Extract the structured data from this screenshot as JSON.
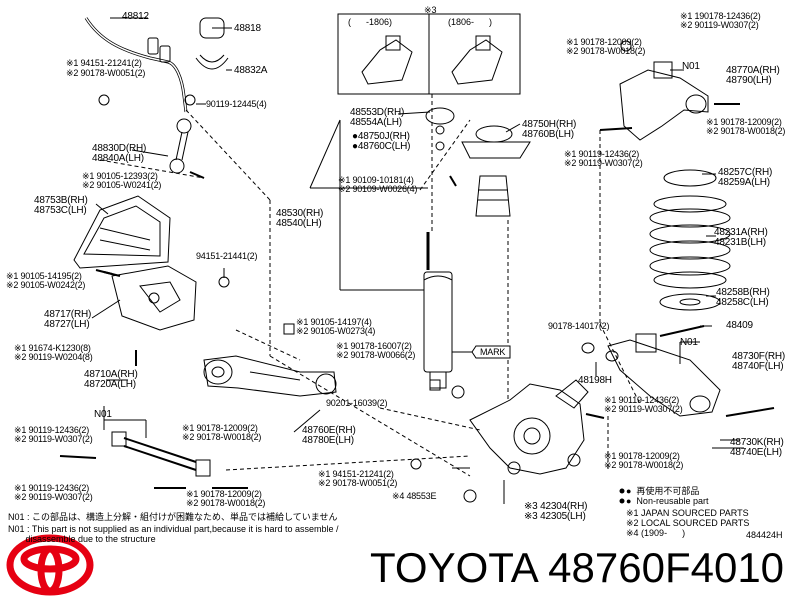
{
  "title": {
    "brand": "TOYOTA",
    "part_number": "48760F4010"
  },
  "logo_icon": "toyota-logo",
  "labels": {
    "l48812": "48812",
    "l48818": "48818",
    "l48832": "48832A",
    "l194151a": "※1 94151-21241(2)",
    "l290178a": "※2 90178-W0051(2)",
    "l90119a": "90119-12445(4)",
    "l48830": "48830D(RH)\n48840A(LH)",
    "l90105a": "※1 90105-12393(2)\n※2 90105-W0241(2)",
    "l48753": "48753B(RH)\n48753C(LH)",
    "l94151b": "94151-21441(2)",
    "l90105b": "※1 90105-14195(2)\n※2 90105-W0242(2)",
    "l48717": "48717(RH)\n48727(LH)",
    "l191674": "※1 91674-K1230(8)\n※2 90119-W0204(8)",
    "l48710": "48710A(RH)\n48720A(LH)",
    "n01a": "N01",
    "l90119b": "※1 90119-12436(2)\n※2 90119-W0307(2)",
    "l90119c": "※1 90119-12436(2)\n※2 90119-W0307(2)",
    "l90178b": "※1 90178-12009(2)\n※2 90178-W0018(2)",
    "l90178c": "※1 90178-12009(2)\n※2 90178-W0018(2)",
    "l48760e": "48760E(RH)\n48780E(LH)",
    "l48530": "48530(RH)\n48540(LH)",
    "l90105c": "※1 90105-14197(4)\n※2 90105-W0273(4)",
    "l90178d": "※1 90178-16007(2)\n※2 90178-W0066(2)",
    "l90201": "90201-16039(2)",
    "mark": "MARK",
    "l194151c": "※1 94151-21241(2)\n※2 90178-W0051(2)",
    "l48553e": "※4 48553E",
    "l48553d": "48553D(RH)\n48554A(LH)",
    "l48750j": "●48750J(RH)\n●48760C(LH)",
    "l90109": "※1 90109-10181(4)\n※2 90109-W0026(4)",
    "l48750h": "48750H(RH)\n48760B(LH)",
    "box_star3": "※3",
    "box_left": "(      -1806)",
    "box_right": "(1806-      )",
    "l190178r1": "※1 190178-12436(2)\n※2 90119-W0307(2)",
    "l90178r2": "※1 90178-12009(2)\n※2 90178-W0018(2)",
    "n01b": "N01",
    "l48770": "48770A(RH)\n48790(LH)",
    "l90178r3": "※1 90178-12009(2)\n※2 90178-W0018(2)",
    "l90119r": "※1 90119-12436(2)\n※2 90119-W0307(2)",
    "l48257": "48257C(RH)\n48259A(LH)",
    "l48231": "48231A(RH)\n48231B(LH)",
    "l48258": "48258B(RH)\n48258C(LH)",
    "l90178e": "90178-14017(2)",
    "l48409": "48409",
    "n01c": "N01",
    "l48730": "48730F(RH)\n48740F(LH)",
    "l48198": "48198H",
    "l90119d": "※1 90119-12436(2)\n※2 90119-W0307(2)",
    "l48730k": "48730K(RH)\n48740E(LH)",
    "l90178f": "※1 90178-12009(2)\n※2 90178-W0018(2)",
    "l42304": "※3 42304(RH)\n※3 42305(LH)",
    "ref": "484424H"
  },
  "legend": {
    "line1": "●  再使用不可部品",
    "line2": "●  Non-reusable part",
    "line3": "※1 JAPAN SOURCED PARTS",
    "line4": "※2 LOCAL SOURCED PARTS",
    "line5": "※4 (1909-      )"
  },
  "notes": {
    "n1": "N01 : この部品は、構造上分解・組付けが困難なため、単品では補給していません",
    "n2": "N01 : This part is not supplied as an individual part,because it is hard to assemble /",
    "n3": "       disassemble due to the structure"
  }
}
